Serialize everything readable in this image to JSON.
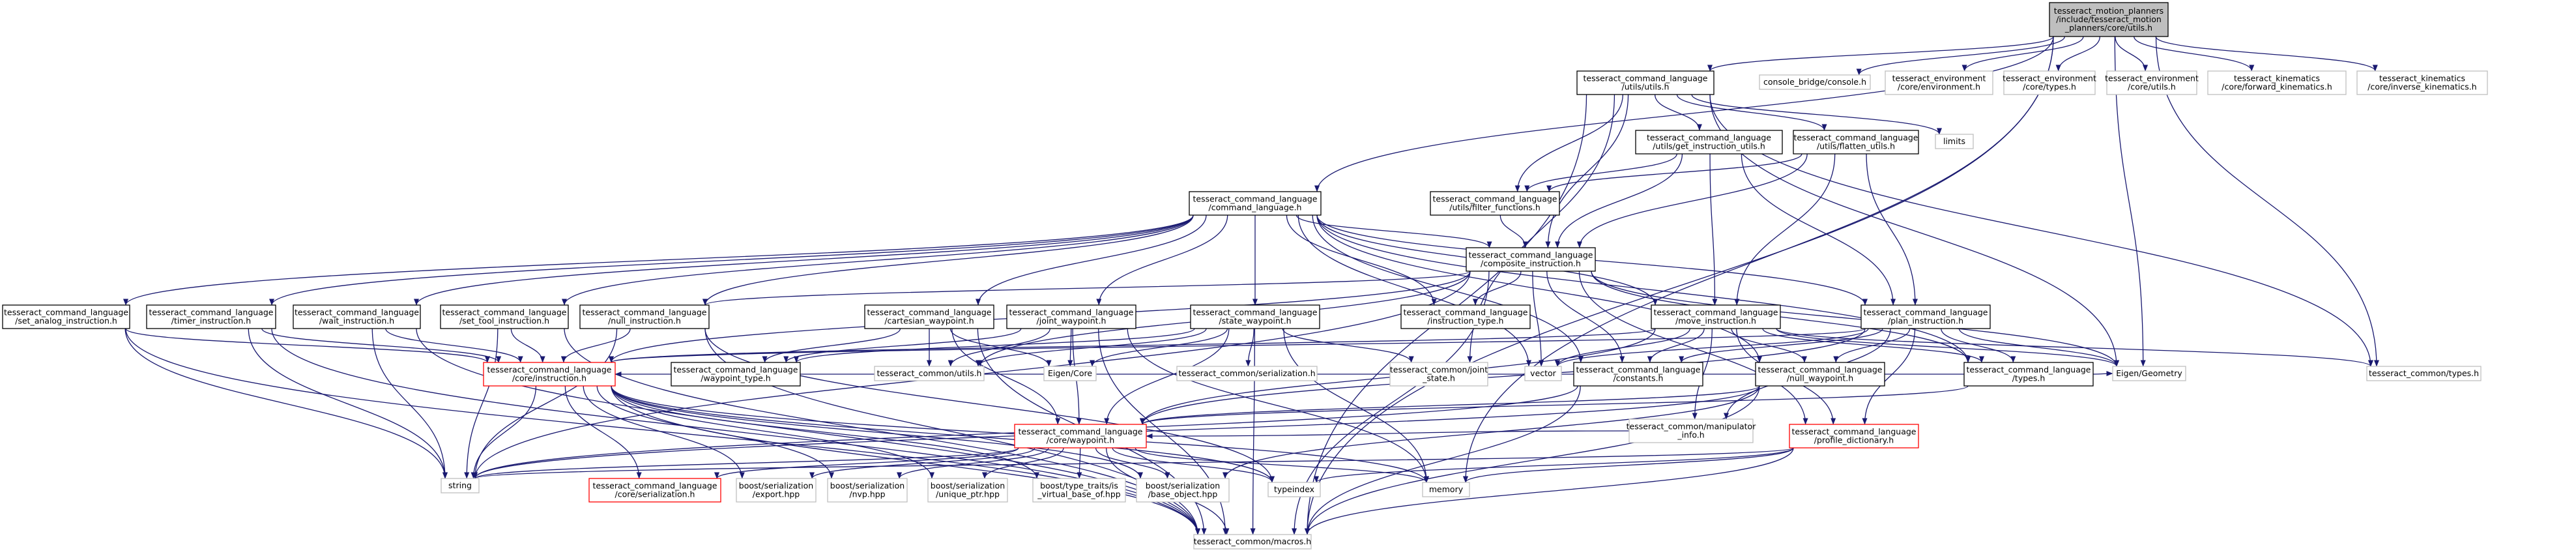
{
  "graph": {
    "nodes": [
      {
        "id": "core_utils",
        "lines": [
          "tesseract_motion_planners",
          "/include/tesseract_motion",
          "_planners/core/utils.h"
        ],
        "style": "root",
        "interactable": false
      },
      {
        "id": "cl_utils",
        "lines": [
          "tesseract_command_language",
          "/utils/utils.h"
        ],
        "style": "normal",
        "interactable": true
      },
      {
        "id": "console_bridge",
        "lines": [
          "console_bridge/console.h"
        ],
        "style": "ext",
        "interactable": false
      },
      {
        "id": "env_environment",
        "lines": [
          "tesseract_environment",
          "/core/environment.h"
        ],
        "style": "ext",
        "interactable": false
      },
      {
        "id": "env_types",
        "lines": [
          "tesseract_environment",
          "/core/types.h"
        ],
        "style": "ext",
        "interactable": false
      },
      {
        "id": "env_utils",
        "lines": [
          "tesseract_environment",
          "/core/utils.h"
        ],
        "style": "ext",
        "interactable": false
      },
      {
        "id": "kin_forward",
        "lines": [
          "tesseract_kinematics",
          "/core/forward_kinematics.h"
        ],
        "style": "ext",
        "interactable": false
      },
      {
        "id": "kin_inverse",
        "lines": [
          "tesseract_kinematics",
          "/core/inverse_kinematics.h"
        ],
        "style": "ext",
        "interactable": false
      },
      {
        "id": "get_instr_utils",
        "lines": [
          "tesseract_command_language",
          "/utils/get_instruction_utils.h"
        ],
        "style": "normal",
        "interactable": true
      },
      {
        "id": "flatten_utils",
        "lines": [
          "tesseract_command_language",
          "/utils/flatten_utils.h"
        ],
        "style": "normal",
        "interactable": true
      },
      {
        "id": "limits",
        "lines": [
          "limits"
        ],
        "style": "ext",
        "interactable": false
      },
      {
        "id": "command_language",
        "lines": [
          "tesseract_command_language",
          "/command_language.h"
        ],
        "style": "normal",
        "interactable": true
      },
      {
        "id": "filter_functions",
        "lines": [
          "tesseract_command_language",
          "/utils/filter_functions.h"
        ],
        "style": "normal",
        "interactable": true
      },
      {
        "id": "composite_instruction",
        "lines": [
          "tesseract_command_language",
          "/composite_instruction.h"
        ],
        "style": "normal",
        "interactable": true
      },
      {
        "id": "set_analog",
        "lines": [
          "tesseract_command_language",
          "/set_analog_instruction.h"
        ],
        "style": "normal",
        "interactable": true
      },
      {
        "id": "timer_instruction",
        "lines": [
          "tesseract_command_language",
          "/timer_instruction.h"
        ],
        "style": "normal",
        "interactable": true
      },
      {
        "id": "wait_instruction",
        "lines": [
          "tesseract_command_language",
          "/wait_instruction.h"
        ],
        "style": "normal",
        "interactable": true
      },
      {
        "id": "set_tool",
        "lines": [
          "tesseract_command_language",
          "/set_tool_instruction.h"
        ],
        "style": "normal",
        "interactable": true
      },
      {
        "id": "null_instruction",
        "lines": [
          "tesseract_command_language",
          "/null_instruction.h"
        ],
        "style": "normal",
        "interactable": true
      },
      {
        "id": "cartesian_waypoint",
        "lines": [
          "tesseract_command_language",
          "/cartesian_waypoint.h"
        ],
        "style": "normal",
        "interactable": true
      },
      {
        "id": "joint_waypoint",
        "lines": [
          "tesseract_command_language",
          "/joint_waypoint.h"
        ],
        "style": "normal",
        "interactable": true
      },
      {
        "id": "state_waypoint",
        "lines": [
          "tesseract_command_language",
          "/state_waypoint.h"
        ],
        "style": "normal",
        "interactable": true
      },
      {
        "id": "instruction_type",
        "lines": [
          "tesseract_command_language",
          "/instruction_type.h"
        ],
        "style": "normal",
        "interactable": true
      },
      {
        "id": "move_instruction",
        "lines": [
          "tesseract_command_language",
          "/move_instruction.h"
        ],
        "style": "normal",
        "interactable": true
      },
      {
        "id": "plan_instruction",
        "lines": [
          "tesseract_command_language",
          "/plan_instruction.h"
        ],
        "style": "normal",
        "interactable": true
      },
      {
        "id": "core_instruction",
        "lines": [
          "tesseract_command_language",
          "/core/instruction.h"
        ],
        "style": "red",
        "interactable": true
      },
      {
        "id": "waypoint_type",
        "lines": [
          "tesseract_command_language",
          "/waypoint_type.h"
        ],
        "style": "normal",
        "interactable": true
      },
      {
        "id": "tc_utils",
        "lines": [
          "tesseract_common/utils.h"
        ],
        "style": "ext",
        "interactable": false
      },
      {
        "id": "eigen_core",
        "lines": [
          "Eigen/Core"
        ],
        "style": "ext",
        "interactable": false
      },
      {
        "id": "tc_serialization",
        "lines": [
          "tesseract_common/serialization.h"
        ],
        "style": "ext",
        "interactable": false
      },
      {
        "id": "tc_joint_state",
        "lines": [
          "tesseract_common/joint",
          "_state.h"
        ],
        "style": "ext",
        "interactable": false
      },
      {
        "id": "vector",
        "lines": [
          "vector"
        ],
        "style": "ext",
        "interactable": false
      },
      {
        "id": "constants",
        "lines": [
          "tesseract_command_language",
          "/constants.h"
        ],
        "style": "normal",
        "interactable": true
      },
      {
        "id": "null_waypoint",
        "lines": [
          "tesseract_command_language",
          "/null_waypoint.h"
        ],
        "style": "normal",
        "interactable": true
      },
      {
        "id": "cl_types",
        "lines": [
          "tesseract_command_language",
          "/types.h"
        ],
        "style": "normal",
        "interactable": true
      },
      {
        "id": "eigen_geometry",
        "lines": [
          "Eigen/Geometry"
        ],
        "style": "ext",
        "interactable": false
      },
      {
        "id": "tc_types",
        "lines": [
          "tesseract_common/types.h"
        ],
        "style": "ext",
        "interactable": false
      },
      {
        "id": "tc_manip_info",
        "lines": [
          "tesseract_common/manipulator",
          "_info.h"
        ],
        "style": "ext",
        "interactable": false
      },
      {
        "id": "core_waypoint",
        "lines": [
          "tesseract_command_language",
          "/core/waypoint.h"
        ],
        "style": "red",
        "interactable": true
      },
      {
        "id": "profile_dictionary",
        "lines": [
          "tesseract_command_language",
          "/profile_dictionary.h"
        ],
        "style": "red",
        "interactable": true
      },
      {
        "id": "string",
        "lines": [
          "string"
        ],
        "style": "ext",
        "interactable": false
      },
      {
        "id": "core_serialization",
        "lines": [
          "tesseract_command_language",
          "/core/serialization.h"
        ],
        "style": "red",
        "interactable": true
      },
      {
        "id": "boost_export",
        "lines": [
          "boost/serialization",
          "/export.hpp"
        ],
        "style": "ext",
        "interactable": false
      },
      {
        "id": "boost_nvp",
        "lines": [
          "boost/serialization",
          "/nvp.hpp"
        ],
        "style": "ext",
        "interactable": false
      },
      {
        "id": "boost_unique_ptr",
        "lines": [
          "boost/serialization",
          "/unique_ptr.hpp"
        ],
        "style": "ext",
        "interactable": false
      },
      {
        "id": "boost_virtual_base",
        "lines": [
          "boost/type_traits/is",
          "_virtual_base_of.hpp"
        ],
        "style": "ext",
        "interactable": false
      },
      {
        "id": "boost_base_object",
        "lines": [
          "boost/serialization",
          "/base_object.hpp"
        ],
        "style": "ext",
        "interactable": false
      },
      {
        "id": "typeindex",
        "lines": [
          "typeindex"
        ],
        "style": "ext",
        "interactable": false
      },
      {
        "id": "memory",
        "lines": [
          "memory"
        ],
        "style": "ext",
        "interactable": false
      },
      {
        "id": "tc_macros",
        "lines": [
          "tesseract_common/macros.h"
        ],
        "style": "ext",
        "interactable": false
      }
    ],
    "edges": [
      [
        "core_utils",
        "cl_utils"
      ],
      [
        "core_utils",
        "console_bridge"
      ],
      [
        "core_utils",
        "env_environment"
      ],
      [
        "core_utils",
        "env_types"
      ],
      [
        "core_utils",
        "env_utils"
      ],
      [
        "core_utils",
        "kin_forward"
      ],
      [
        "core_utils",
        "kin_inverse"
      ],
      [
        "core_utils",
        "command_language"
      ],
      [
        "core_utils",
        "tc_types"
      ],
      [
        "core_utils",
        "tc_macros"
      ],
      [
        "core_utils",
        "eigen_geometry"
      ],
      [
        "core_utils",
        "memory"
      ],
      [
        "cl_utils",
        "get_instr_utils"
      ],
      [
        "cl_utils",
        "flatten_utils"
      ],
      [
        "cl_utils",
        "filter_functions"
      ],
      [
        "cl_utils",
        "composite_instruction"
      ],
      [
        "cl_utils",
        "limits"
      ],
      [
        "cl_utils",
        "tc_joint_state"
      ],
      [
        "cl_utils",
        "eigen_geometry"
      ],
      [
        "cl_utils",
        "tc_types"
      ],
      [
        "cl_utils",
        "tc_macros"
      ],
      [
        "get_instr_utils",
        "filter_functions"
      ],
      [
        "get_instr_utils",
        "composite_instruction"
      ],
      [
        "get_instr_utils",
        "move_instruction"
      ],
      [
        "get_instr_utils",
        "plan_instruction"
      ],
      [
        "flatten_utils",
        "filter_functions"
      ],
      [
        "flatten_utils",
        "composite_instruction"
      ],
      [
        "flatten_utils",
        "move_instruction"
      ],
      [
        "flatten_utils",
        "plan_instruction"
      ],
      [
        "command_language",
        "set_analog"
      ],
      [
        "command_language",
        "timer_instruction"
      ],
      [
        "command_language",
        "wait_instruction"
      ],
      [
        "command_language",
        "set_tool"
      ],
      [
        "command_language",
        "null_instruction"
      ],
      [
        "command_language",
        "cartesian_waypoint"
      ],
      [
        "command_language",
        "joint_waypoint"
      ],
      [
        "command_language",
        "state_waypoint"
      ],
      [
        "command_language",
        "composite_instruction"
      ],
      [
        "command_language",
        "instruction_type"
      ],
      [
        "command_language",
        "move_instruction"
      ],
      [
        "command_language",
        "plan_instruction"
      ],
      [
        "command_language",
        "null_waypoint"
      ],
      [
        "command_language",
        "cl_types"
      ],
      [
        "command_language",
        "constants"
      ],
      [
        "command_language",
        "vector"
      ],
      [
        "filter_functions",
        "composite_instruction"
      ],
      [
        "composite_instruction",
        "core_instruction"
      ],
      [
        "composite_instruction",
        "instruction_type"
      ],
      [
        "composite_instruction",
        "null_instruction"
      ],
      [
        "composite_instruction",
        "vector"
      ],
      [
        "composite_instruction",
        "constants"
      ],
      [
        "composite_instruction",
        "cl_types"
      ],
      [
        "composite_instruction",
        "profile_dictionary"
      ],
      [
        "composite_instruction",
        "tc_utils"
      ],
      [
        "composite_instruction",
        "string"
      ],
      [
        "composite_instruction",
        "tc_macros"
      ],
      [
        "composite_instruction",
        "eigen_geometry"
      ],
      [
        "set_analog",
        "core_instruction"
      ],
      [
        "set_analog",
        "string"
      ],
      [
        "set_analog",
        "tc_macros"
      ],
      [
        "timer_instruction",
        "core_instruction"
      ],
      [
        "timer_instruction",
        "string"
      ],
      [
        "timer_instruction",
        "tc_macros"
      ],
      [
        "wait_instruction",
        "core_instruction"
      ],
      [
        "wait_instruction",
        "string"
      ],
      [
        "wait_instruction",
        "tc_macros"
      ],
      [
        "set_tool",
        "core_instruction"
      ],
      [
        "set_tool",
        "string"
      ],
      [
        "set_tool",
        "tc_macros"
      ],
      [
        "null_instruction",
        "core_instruction"
      ],
      [
        "null_instruction",
        "string"
      ],
      [
        "null_instruction",
        "tc_macros"
      ],
      [
        "null_instruction",
        "typeindex"
      ],
      [
        "cartesian_waypoint",
        "core_waypoint"
      ],
      [
        "cartesian_waypoint",
        "waypoint_type"
      ],
      [
        "cartesian_waypoint",
        "tc_utils"
      ],
      [
        "cartesian_waypoint",
        "eigen_core"
      ],
      [
        "cartesian_waypoint",
        "tc_macros"
      ],
      [
        "joint_waypoint",
        "core_waypoint"
      ],
      [
        "joint_waypoint",
        "waypoint_type"
      ],
      [
        "joint_waypoint",
        "tc_utils"
      ],
      [
        "joint_waypoint",
        "eigen_core"
      ],
      [
        "joint_waypoint",
        "memory"
      ],
      [
        "joint_waypoint",
        "tc_macros"
      ],
      [
        "state_waypoint",
        "core_waypoint"
      ],
      [
        "state_waypoint",
        "waypoint_type"
      ],
      [
        "state_waypoint",
        "tc_utils"
      ],
      [
        "state_waypoint",
        "eigen_core"
      ],
      [
        "state_waypoint",
        "tc_serialization"
      ],
      [
        "state_waypoint",
        "tc_joint_state"
      ],
      [
        "state_waypoint",
        "memory"
      ],
      [
        "state_waypoint",
        "tc_macros"
      ],
      [
        "move_instruction",
        "core_instruction"
      ],
      [
        "move_instruction",
        "core_waypoint"
      ],
      [
        "move_instruction",
        "null_waypoint"
      ],
      [
        "move_instruction",
        "constants"
      ],
      [
        "move_instruction",
        "cl_types"
      ],
      [
        "move_instruction",
        "eigen_geometry"
      ],
      [
        "move_instruction",
        "tc_manip_info"
      ],
      [
        "move_instruction",
        "vector"
      ],
      [
        "move_instruction",
        "profile_dictionary"
      ],
      [
        "move_instruction",
        "tc_types"
      ],
      [
        "plan_instruction",
        "core_instruction"
      ],
      [
        "plan_instruction",
        "core_waypoint"
      ],
      [
        "plan_instruction",
        "null_waypoint"
      ],
      [
        "plan_instruction",
        "constants"
      ],
      [
        "plan_instruction",
        "cl_types"
      ],
      [
        "plan_instruction",
        "eigen_geometry"
      ],
      [
        "plan_instruction",
        "tc_manip_info"
      ],
      [
        "plan_instruction",
        "vector"
      ],
      [
        "plan_instruction",
        "profile_dictionary"
      ],
      [
        "core_instruction",
        "core_serialization"
      ],
      [
        "core_instruction",
        "boost_export"
      ],
      [
        "core_instruction",
        "boost_nvp"
      ],
      [
        "core_instruction",
        "boost_unique_ptr"
      ],
      [
        "core_instruction",
        "boost_virtual_base"
      ],
      [
        "core_instruction",
        "boost_base_object"
      ],
      [
        "core_instruction",
        "typeindex"
      ],
      [
        "core_instruction",
        "string"
      ],
      [
        "core_instruction",
        "tc_macros"
      ],
      [
        "core_instruction",
        "memory"
      ],
      [
        "core_waypoint",
        "core_serialization"
      ],
      [
        "core_waypoint",
        "boost_export"
      ],
      [
        "core_waypoint",
        "boost_nvp"
      ],
      [
        "core_waypoint",
        "boost_unique_ptr"
      ],
      [
        "core_waypoint",
        "boost_virtual_base"
      ],
      [
        "core_waypoint",
        "boost_base_object"
      ],
      [
        "core_waypoint",
        "typeindex"
      ],
      [
        "core_waypoint",
        "string"
      ],
      [
        "core_waypoint",
        "memory"
      ],
      [
        "core_waypoint",
        "tc_macros"
      ],
      [
        "null_waypoint",
        "core_waypoint"
      ],
      [
        "null_waypoint",
        "string"
      ],
      [
        "null_waypoint",
        "boost_base_object"
      ],
      [
        "null_waypoint",
        "tc_macros"
      ],
      [
        "profile_dictionary",
        "typeindex"
      ],
      [
        "profile_dictionary",
        "memory"
      ],
      [
        "profile_dictionary",
        "string"
      ],
      [
        "profile_dictionary",
        "tc_macros"
      ],
      [
        "cl_types",
        "eigen_geometry"
      ],
      [
        "cl_types",
        "core_waypoint"
      ],
      [
        "cl_types",
        "core_instruction"
      ],
      [
        "constants",
        "string"
      ],
      [
        "constants",
        "tc_macros"
      ],
      [
        "tc_manip_info",
        "core_waypoint"
      ]
    ]
  }
}
